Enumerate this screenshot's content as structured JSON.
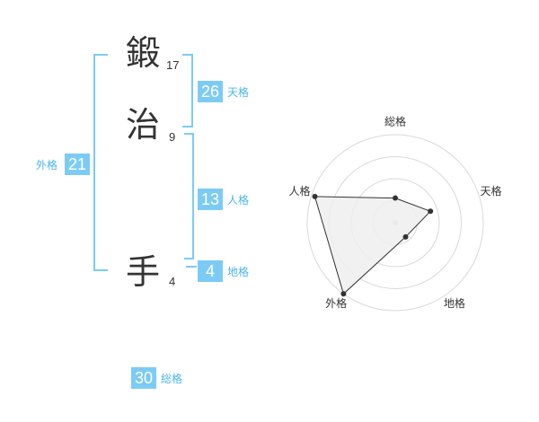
{
  "name_chars": [
    {
      "char": "鍛",
      "strokes": "17"
    },
    {
      "char": "治",
      "strokes": "9"
    },
    {
      "char": "手",
      "strokes": "4"
    }
  ],
  "kakusu": {
    "tenkaku": {
      "value": "26",
      "label": "天格"
    },
    "jinkaku": {
      "value": "13",
      "label": "人格"
    },
    "chikaku": {
      "value": "4",
      "label": "地格"
    },
    "gaikaku": {
      "value": "21",
      "label": "外格"
    },
    "soukaku": {
      "value": "30",
      "label": "総格"
    }
  },
  "colors": {
    "accent": "#7ccbf5",
    "accent_text": "#49b6ee",
    "text": "#333333"
  },
  "chart_data": {
    "type": "radar",
    "axes": [
      "総格",
      "天格",
      "地格",
      "外格",
      "人格"
    ],
    "series": [
      {
        "values": [
          0.28,
          0.42,
          0.2,
          1.0,
          0.96
        ]
      }
    ],
    "rmax": 1,
    "rings": 4,
    "grid": true
  }
}
